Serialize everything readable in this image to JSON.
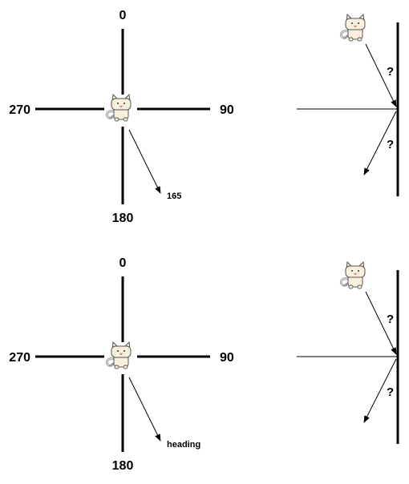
{
  "top_panel": {
    "compass": {
      "label_north": "0",
      "label_east": "90",
      "label_south": "180",
      "label_west": "270",
      "arrow_label": "165"
    },
    "bounce": {
      "q_incoming": "?",
      "q_outgoing": "?"
    }
  },
  "bottom_panel": {
    "compass": {
      "label_north": "0",
      "label_east": "90",
      "label_south": "180",
      "label_west": "270",
      "arrow_label": "heading"
    },
    "bounce": {
      "q_incoming": "?",
      "q_outgoing": "?"
    }
  },
  "colors": {
    "line": "#000000",
    "cat_body": "#f8efdc",
    "cat_outline": "#555555",
    "cat_tail": "#bfbfbf"
  },
  "icons": {
    "sprite": "cat-sprite-icon"
  }
}
